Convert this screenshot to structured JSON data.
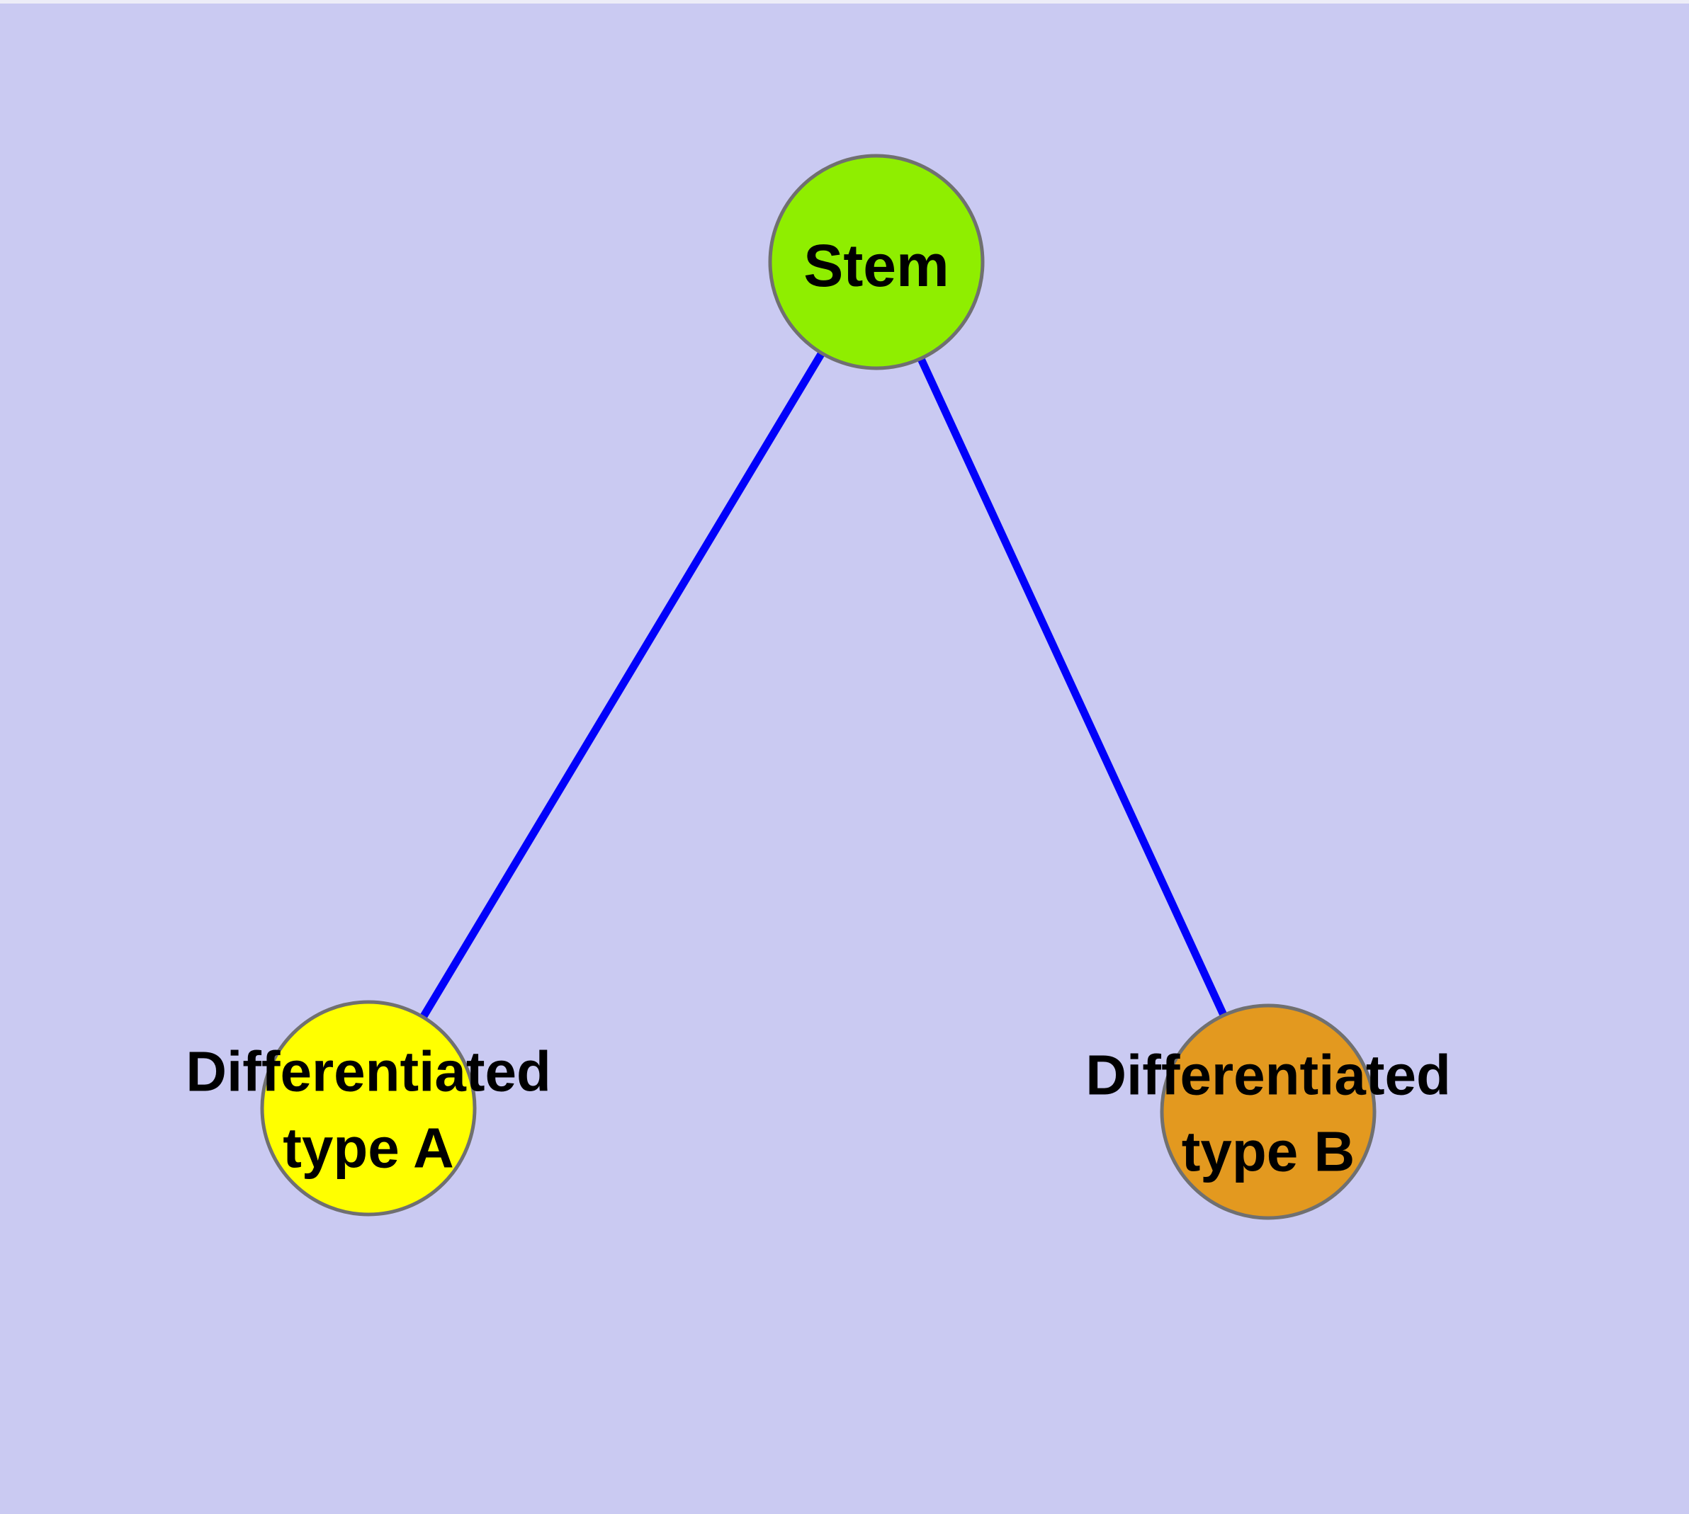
{
  "diagram": {
    "type": "graph",
    "description": "Cell differentiation tree: one stem node connected to two differentiated cell-type nodes",
    "background_color": "#CACAF2",
    "top_strip_color": "#EDEDF8",
    "edge_color": "#0101FA",
    "node_border_color": "#707070",
    "label_color": "#000000",
    "nodes": {
      "stem": {
        "label": "Stem",
        "fill": "#8FEE00"
      },
      "type_a": {
        "label_line1": "Differentiated",
        "label_line2": "type A",
        "fill": "#FFFF00"
      },
      "type_b": {
        "label_line1": "Differentiated",
        "label_line2": "type B",
        "fill": "#E3991F"
      }
    },
    "edges": [
      {
        "from": "Stem",
        "to": "Differentiated type A"
      },
      {
        "from": "Stem",
        "to": "Differentiated type B"
      }
    ]
  }
}
